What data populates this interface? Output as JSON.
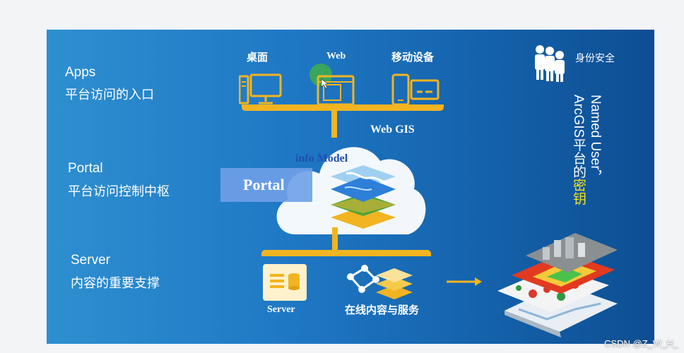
{
  "sections": {
    "apps": {
      "title": "Apps",
      "subtitle": "平台访问的入口"
    },
    "portal": {
      "title": "Portal",
      "subtitle": "平台访问控制中枢"
    },
    "server": {
      "title": "Server",
      "subtitle": "内容的重要支撑"
    }
  },
  "devices": {
    "desktop": "桌面",
    "web": "Web",
    "mobile": "移动设备"
  },
  "web_gis_label": "Web GIS",
  "info_model_label": "info Model",
  "portal_box_label": "Portal",
  "identity": {
    "label": "身份安全"
  },
  "named_user": {
    "line1": "Named User，",
    "line2_prefix": "ArcGIS平台的",
    "line2_highlight": "密钥"
  },
  "server_label": "Server",
  "content_services_label": "在线内容与服务",
  "watermark": "CSDN @Z_W_H_",
  "colors": {
    "accent": "#f2b420",
    "highlight": "#f5e320",
    "portal_box": "#6fa0e8",
    "portal_text": "#1e5bbf"
  },
  "icons": [
    "desktop-icon",
    "web-browser-icon",
    "mobile-devices-icon",
    "users-icon",
    "cloud-icon",
    "map-layers-icon",
    "server-database-icon",
    "content-services-icon",
    "arrow-right-icon",
    "map-stack-image"
  ]
}
